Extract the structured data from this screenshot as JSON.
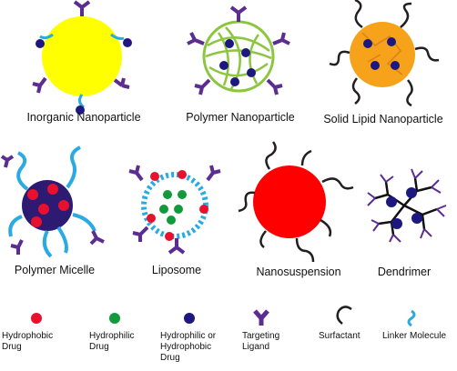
{
  "nanoparticles": [
    {
      "name": "Inorganic Nanoparticle"
    },
    {
      "name": "Polymer Nanoparticle"
    },
    {
      "name": "Solid Lipid Nanoparticle"
    },
    {
      "name": "Polymer Micelle"
    },
    {
      "name": "Liposome"
    },
    {
      "name": "Nanosuspension"
    },
    {
      "name": "Dendrimer"
    }
  ],
  "legend": [
    {
      "line1": "Hydrophobic",
      "line2": "Drug",
      "line3": "",
      "icon": "red-dot-icon"
    },
    {
      "line1": "Hydrophilic",
      "line2": "Drug",
      "line3": "",
      "icon": "green-dot-icon"
    },
    {
      "line1": "Hydrophilic or",
      "line2": "Hydrophobic",
      "line3": "Drug",
      "icon": "navy-dot-icon"
    },
    {
      "line1": "Targeting",
      "line2": "Ligand",
      "line3": "",
      "icon": "y-ligand-icon"
    },
    {
      "line1": "Surfactant",
      "line2": "",
      "line3": "",
      "icon": "surfactant-icon"
    },
    {
      "line1": "Linker Molecule",
      "line2": "",
      "line3": "",
      "icon": "linker-icon"
    }
  ],
  "colors": {
    "inorganic_core": "#ffff00",
    "polymer_mesh": "#8cc63f",
    "solid_lipid_core": "#f7a21b",
    "nanosuspension_core": "#ff0000",
    "hydrophobic_drug": "#e8112d",
    "hydrophilic_drug": "#109a3c",
    "navy_drug": "#1c1880",
    "ligand": "#5c2d91",
    "linker": "#29abe2",
    "surfactant": "#231f20"
  }
}
